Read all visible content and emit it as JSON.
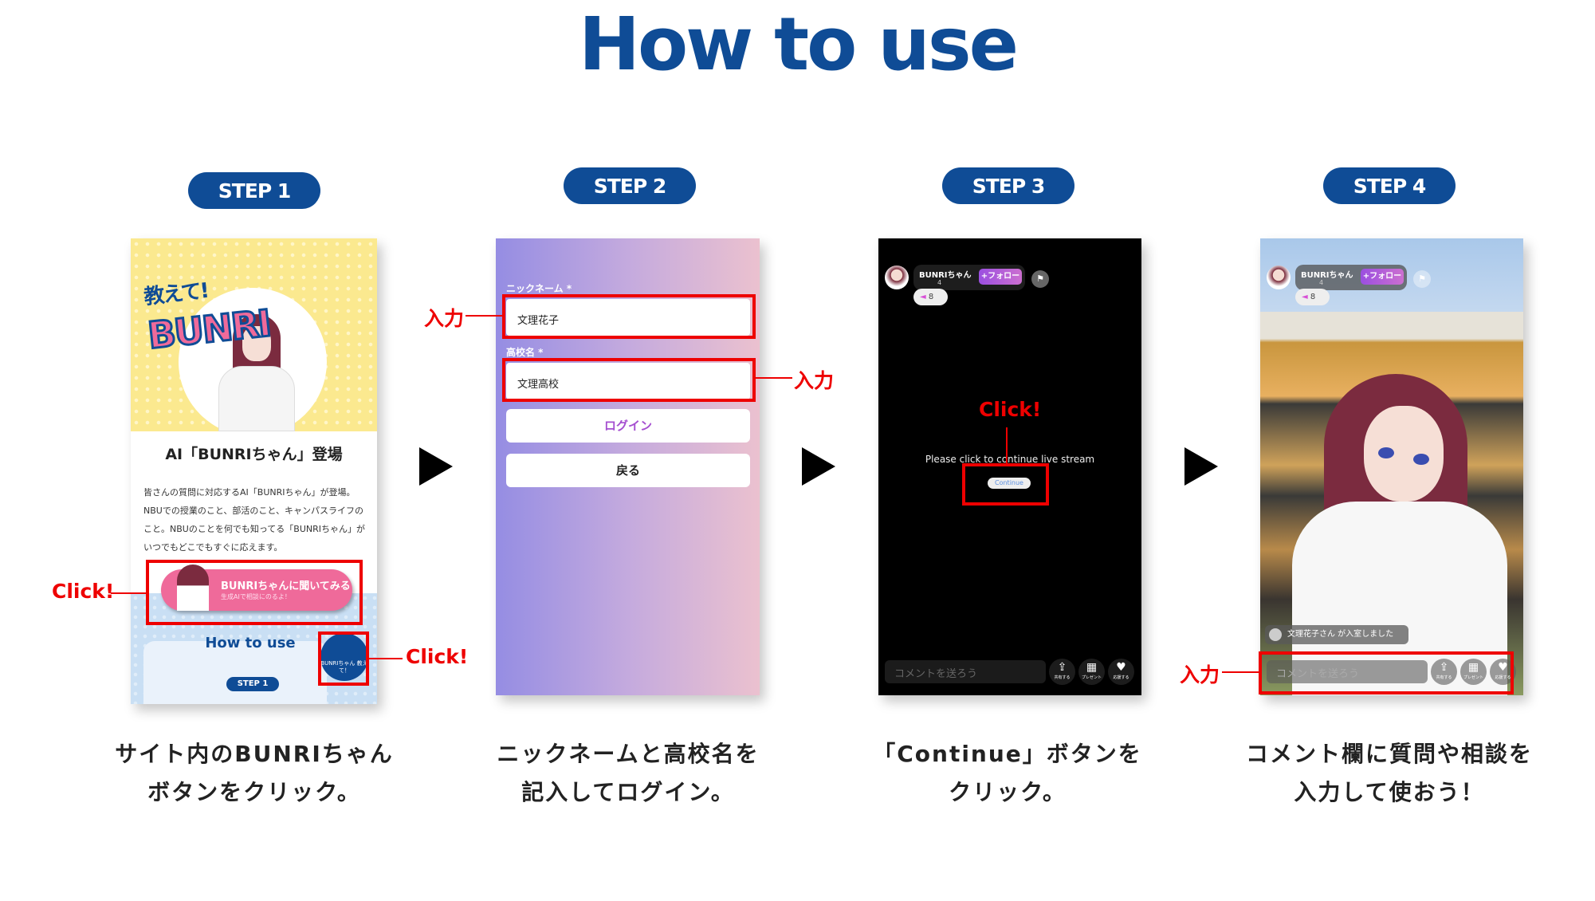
{
  "title": "How to use",
  "colors": {
    "brand_blue": "#0f4c96",
    "annotation_red": "#ee0000",
    "pink": "#ef6a9a"
  },
  "steps": [
    {
      "badge": "STEP 1",
      "caption": [
        "サイト内のBUNRIちゃん",
        "ボタンをクリック。"
      ]
    },
    {
      "badge": "STEP 2",
      "caption": [
        "ニックネームと高校名を",
        "記入してログイン。"
      ]
    },
    {
      "badge": "STEP 3",
      "caption": [
        "「Continue」ボタンを",
        "クリック。"
      ]
    },
    {
      "badge": "STEP 4",
      "caption": [
        "コメント欄に質問や相談を",
        "入力して使おう！"
      ]
    }
  ],
  "annotations": {
    "click": "Click!",
    "input": "入力"
  },
  "step1": {
    "logo_text": "教えて！BUNRIちゃん",
    "heading": "AI「BUNRIちゃん」登場",
    "paragraph": [
      "皆さんの質問に対応するAI「BUNRIちゃん」が登場。",
      "NBUでの授業のこと、部活のこと、キャンパスライフの",
      "こと。NBUのことを何でも知ってる「BUNRIちゃん」が",
      "いつでもどこでもすぐに応えます。"
    ],
    "cta_title": "BUNRIちゃんに聞いてみる",
    "cta_sub": "生成AIで相談にのるよ！",
    "howto": "How to use",
    "mini_step": "STEP 1",
    "chat_bubble": "BUNRIちゃん 教えて！"
  },
  "step2": {
    "nickname_label": "ニックネーム *",
    "nickname_value": "文理花子",
    "school_label": "高校名 *",
    "school_value": "文理高校",
    "login": "ログイン",
    "back": "戻る"
  },
  "live": {
    "streamer": "BUNRIちゃん",
    "streamer_count": "4",
    "follow": "+フォロー",
    "likes": "8",
    "prompt": "Please click to continue live stream",
    "continue": "Continue",
    "comment_placeholder": "コメントを送ろう",
    "share": "共有する",
    "present": "プレゼント",
    "cheer": "応援する",
    "join_message": "文理花子さん が入室しました"
  }
}
